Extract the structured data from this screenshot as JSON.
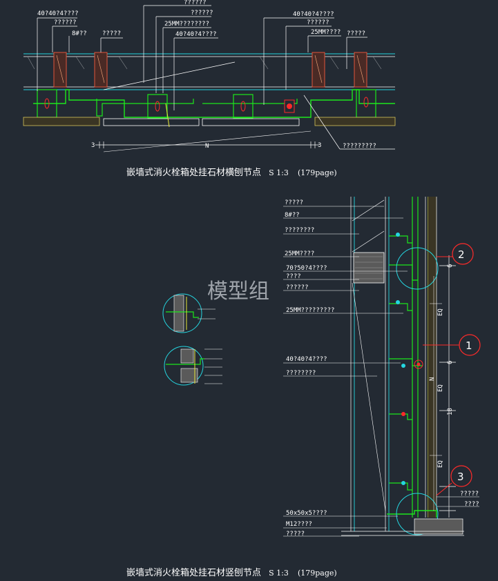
{
  "watermark": "模型组",
  "plan_view": {
    "title": "嵌墙式消火栓箱处挂石材横刨节点",
    "scale": "S 1:3",
    "page_ref": "(179page)",
    "labels": {
      "l1": "40?40?4????",
      "l2": "??????",
      "l3": "8#??",
      "l4": "?????",
      "l5": "??????",
      "l6": "??????",
      "l7": "25MM????????",
      "l8": "40?40?4????",
      "l9": "40?40?4????",
      "l10": "??????",
      "l11": "25MM????",
      "l12": "?????",
      "l13": "?????????"
    },
    "dims": {
      "n": "N",
      "d1": "3",
      "d2": "3"
    }
  },
  "section_view": {
    "title": "嵌墙式消火栓箱处挂石材竖刨节点",
    "scale": "S 1:3",
    "page_ref": "(179page)",
    "labels": {
      "s1": "?????",
      "s2": "8#??",
      "s3": "????????",
      "s4": "25MM????",
      "s5": "70?50?4????",
      "s6": "????",
      "s7": "??????",
      "s8": "25MM?????????",
      "s9": "40?40?4????",
      "s10": "????????",
      "s11": "50x50x5????",
      "s12": "M12????",
      "s13": "?????",
      "s14": "?????",
      "s15": "????"
    },
    "dims": {
      "eq1": "EQ",
      "eq2": "EQ",
      "eq3": "EQ",
      "n": "N",
      "v1": "6",
      "v2": "6",
      "v3": "18"
    },
    "callouts": {
      "c1": "1",
      "c2": "2",
      "c3": "3"
    }
  }
}
